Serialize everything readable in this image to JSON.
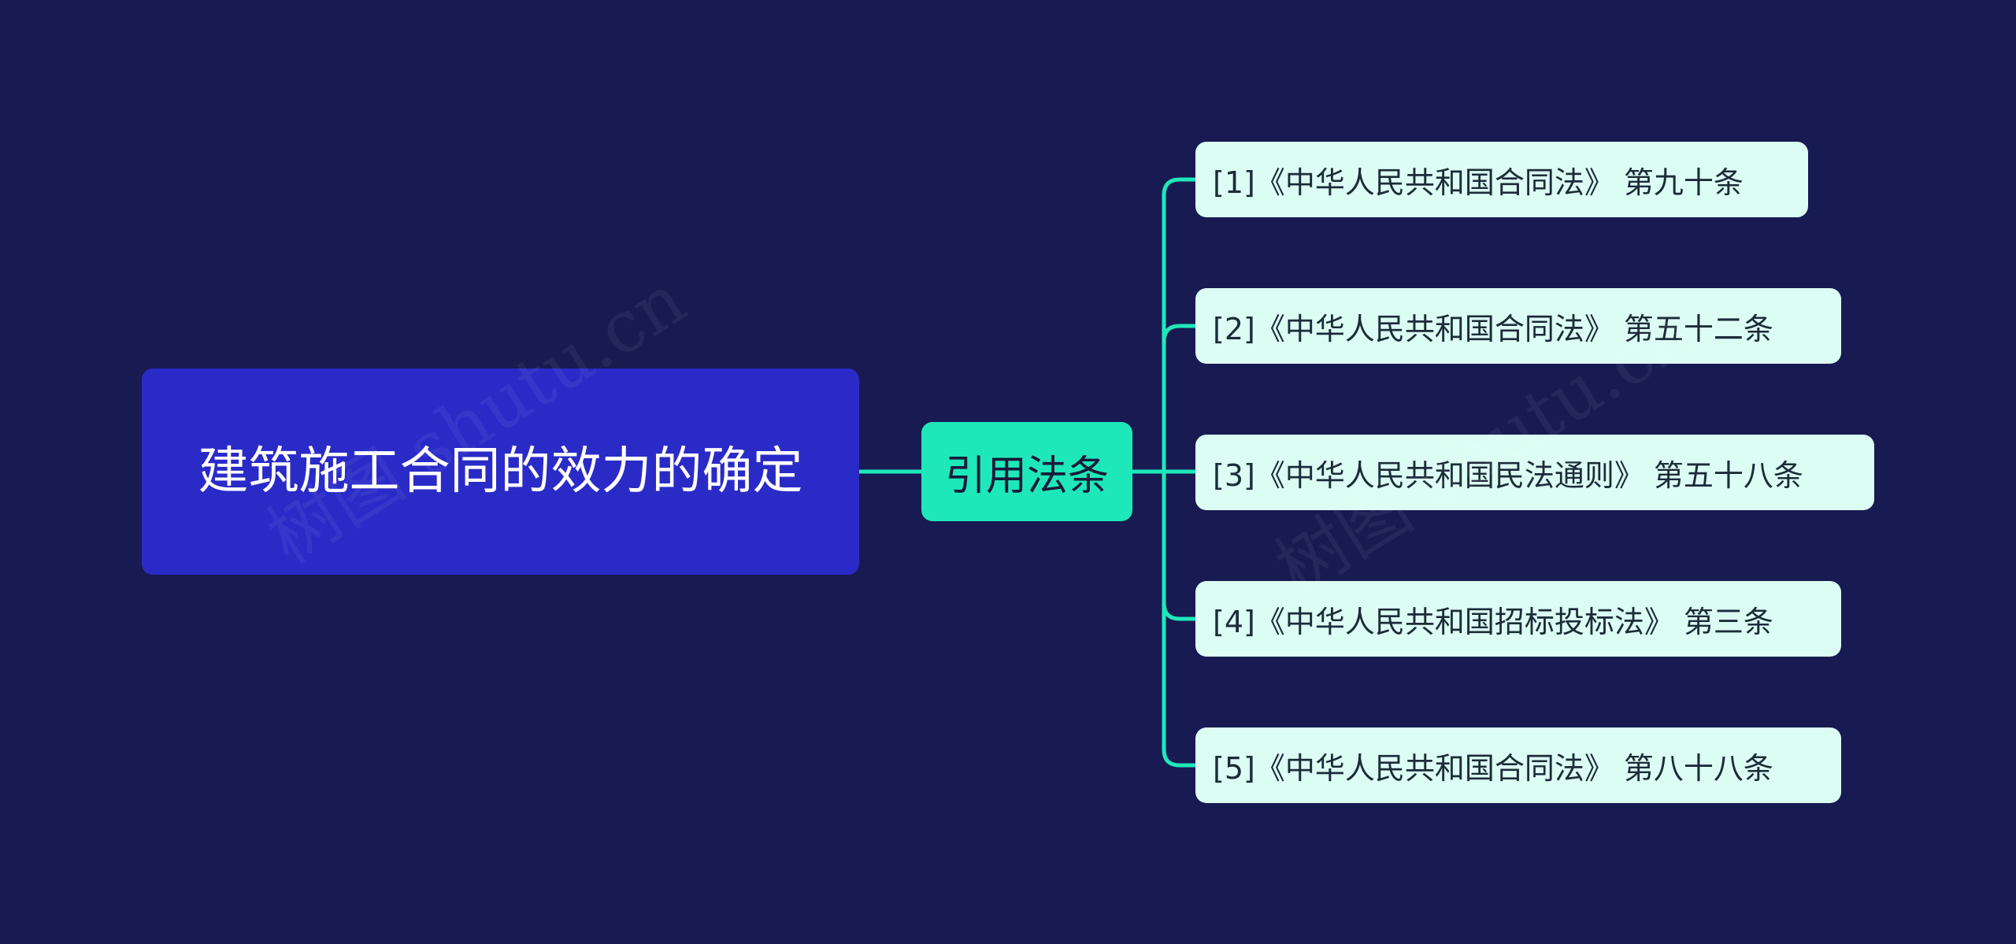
{
  "mindmap": {
    "root": {
      "label": "建筑施工合同的效力的确定"
    },
    "branch": {
      "label": "引用法条"
    },
    "leaves": [
      {
        "label": "[1]《中华人民共和国合同法》 第九十条"
      },
      {
        "label": "[2]《中华人民共和国合同法》 第五十二条"
      },
      {
        "label": "[3]《中华人民共和国民法通则》 第五十八条"
      },
      {
        "label": "[4]《中华人民共和国招标投标法》 第三条"
      },
      {
        "label": "[5]《中华人民共和国合同法》 第八十八条"
      }
    ]
  },
  "watermark": {
    "text": "树图 shutu.cn"
  },
  "colors": {
    "background": "#181a52",
    "root_fill": "#2a2bc7",
    "branch_fill": "#1ee8b9",
    "leaf_fill": "#dcfdf3",
    "connector": "#1ee8b9"
  }
}
